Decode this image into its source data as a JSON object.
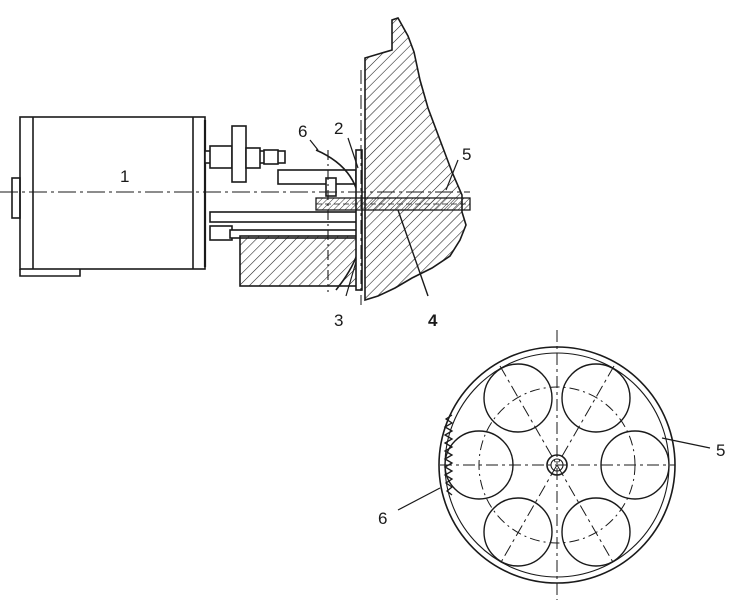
{
  "labels": {
    "motor": "1",
    "cover": "2",
    "plate": "3",
    "shaft": "4",
    "disc": "5",
    "gear": "6",
    "disc_view": "5",
    "gear_view": "6"
  },
  "colors": {
    "ink": "#1a1a1a",
    "paper": "#ffffff"
  },
  "disc_view": {
    "openings": 6
  }
}
